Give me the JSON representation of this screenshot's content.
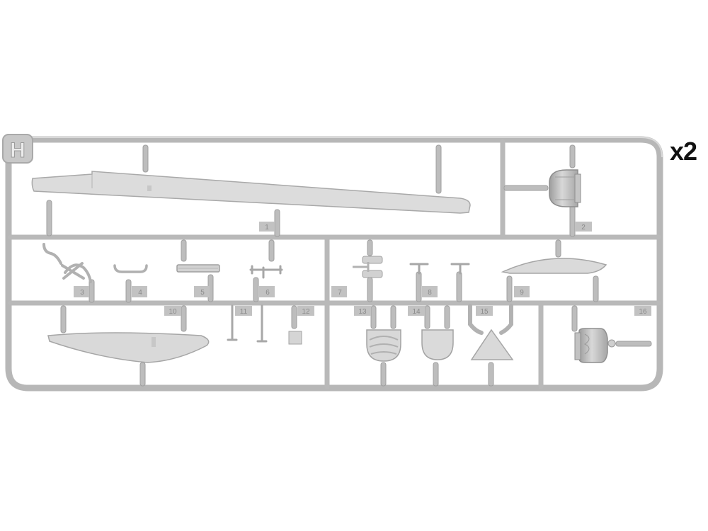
{
  "sprue": {
    "letter": "H",
    "multiplier": "x2",
    "colors": {
      "frame": "#bdbdbd",
      "frame_edge": "#9c9c9c",
      "part": "#d6d6d6",
      "part_light": "#e2e2e2",
      "tag": "#a9a9a9",
      "tag_text": "#7a7a7a",
      "letter_bg": "#c4c4c4"
    },
    "parts": [
      {
        "number": "1",
        "name": "long-wing-strut"
      },
      {
        "number": "2",
        "name": "engine-cowling"
      },
      {
        "number": "3",
        "name": "x-brace"
      },
      {
        "number": "4",
        "name": "u-bracket"
      },
      {
        "number": "5",
        "name": "straight-rod"
      },
      {
        "number": "6",
        "name": "small-fitting"
      },
      {
        "number": "7",
        "name": "cylinder-fitting-pair"
      },
      {
        "number": "8",
        "name": "t-pin"
      },
      {
        "number": "9",
        "name": "curved-fairing"
      },
      {
        "number": "10",
        "name": "tail-fin"
      },
      {
        "number": "11",
        "name": "pin-with-disc"
      },
      {
        "number": "12",
        "name": "square-plate"
      },
      {
        "number": "13",
        "name": "rounded-cover-textured"
      },
      {
        "number": "14",
        "name": "rounded-cover-plain"
      },
      {
        "number": "15",
        "name": "triangle-plate"
      },
      {
        "number": "16",
        "name": "engine-housing-detailed"
      }
    ]
  }
}
